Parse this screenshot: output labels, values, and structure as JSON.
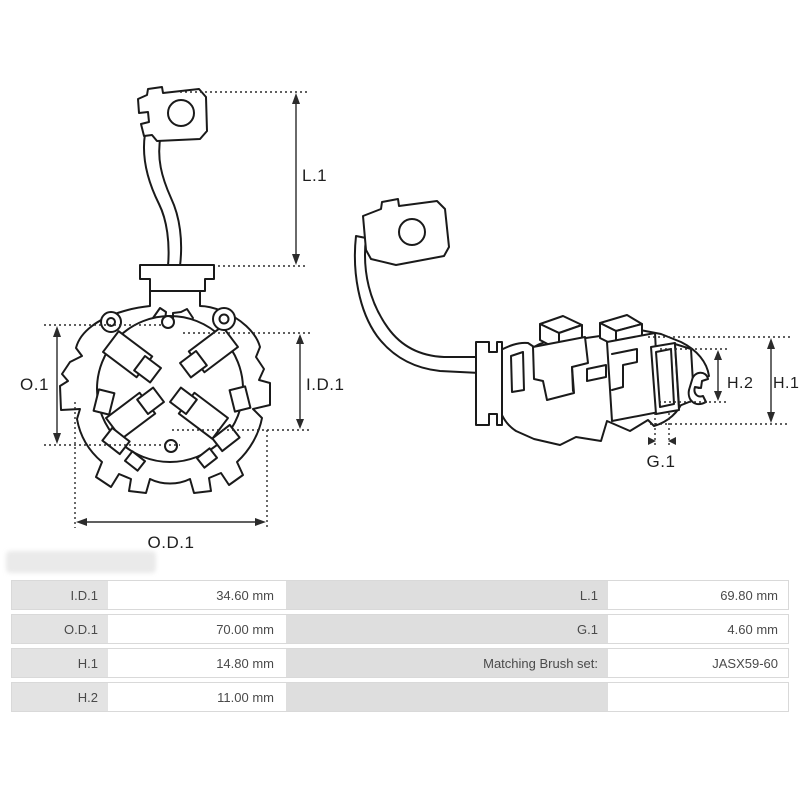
{
  "diagram": {
    "front_view": {
      "l1": "L.1",
      "o1": "O.1",
      "id1": "I.D.1",
      "od1": "O.D.1"
    },
    "side_view": {
      "h2": "H.2",
      "h1": "H.1",
      "g1": "G.1"
    }
  },
  "spec_table": {
    "rows": [
      {
        "label_left": "I.D.1",
        "value_left": "34.60 mm",
        "label_right": "L.1",
        "value_right": "69.80 mm"
      },
      {
        "label_left": "O.D.1",
        "value_left": "70.00 mm",
        "label_right": "G.1",
        "value_right": "4.60 mm"
      },
      {
        "label_left": "H.1",
        "value_left": "14.80 mm",
        "label_right": "Matching Brush set:",
        "value_right": "JASX59-60"
      },
      {
        "label_left": "H.2",
        "value_left": "11.00 mm",
        "label_right": "",
        "value_right": ""
      }
    ],
    "colors": {
      "label_bg": "#e3e3e3",
      "wide_label_bg": "#dedede",
      "value_bg": "#ffffff",
      "text": "#4a4a4a",
      "border": "#d9d9d9"
    }
  },
  "drawing_colors": {
    "line": "#1a1a1a",
    "dimension": "#2b2b2b"
  }
}
